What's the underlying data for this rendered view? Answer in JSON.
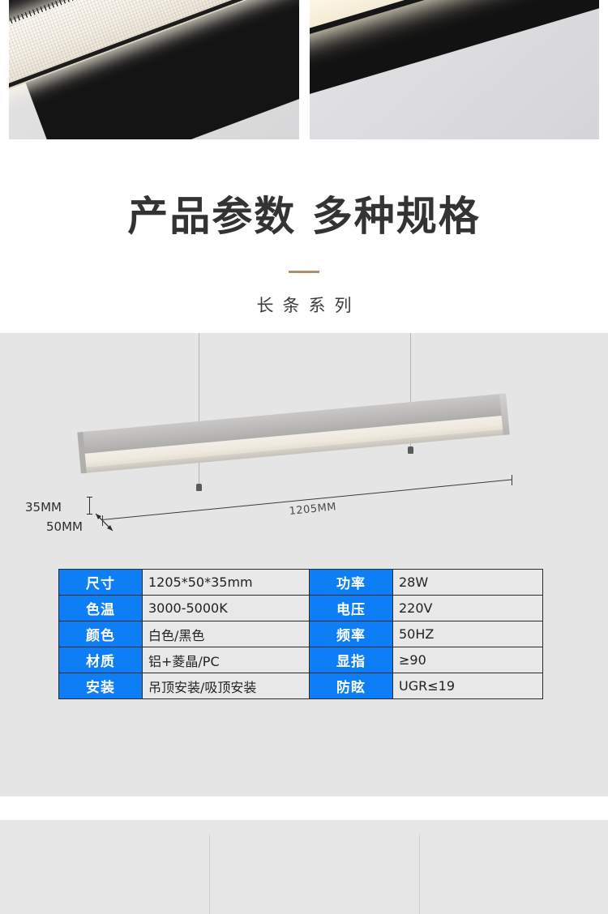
{
  "gallery": {
    "photos": [
      {
        "alt": "linear-pendant-light-textured-diffuser-closeup"
      },
      {
        "alt": "linear-pendant-light-glowing-diffuser-closeup"
      }
    ]
  },
  "header": {
    "title": "产品参数 多种规格",
    "subtitle": "长条系列",
    "divider_color": "#a89070"
  },
  "diagram": {
    "length_label": "1205MM",
    "height_label": "35MM",
    "width_label": "50MM"
  },
  "spec_table": {
    "header_bg": "#0d7ef5",
    "value_bg": "#e8e8e8",
    "rows": [
      {
        "label_left": "尺寸",
        "value_left": "1205*50*35mm",
        "label_right": "功率",
        "value_right": "28W"
      },
      {
        "label_left": "色温",
        "value_left": "3000-5000K",
        "label_right": "电压",
        "value_right": "220V"
      },
      {
        "label_left": "颜色",
        "value_left": "白色/黑色",
        "label_right": "频率",
        "value_right": "50HZ"
      },
      {
        "label_left": "材质",
        "value_left": "铝+菱晶/PC",
        "label_right": "显指",
        "value_right": "≥90"
      },
      {
        "label_left": "安装",
        "value_left": "吊顶安装/吸顶安装",
        "label_right": "防眩",
        "value_right": "UGR≤19"
      }
    ]
  }
}
